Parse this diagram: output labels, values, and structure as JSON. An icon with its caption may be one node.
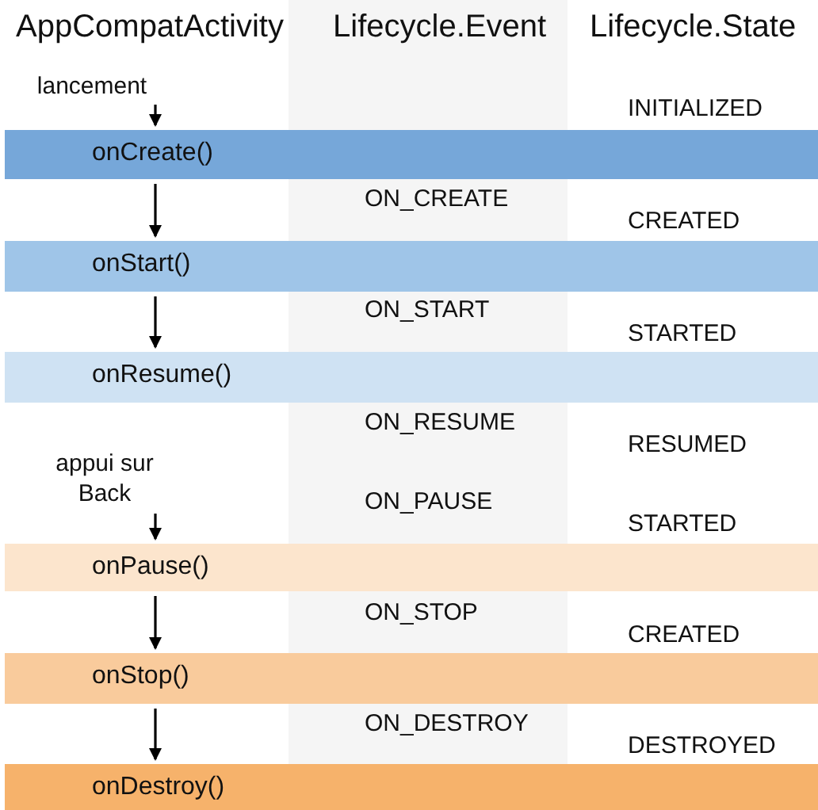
{
  "diagram": {
    "nodes": [
      {
        "text": [
          "lancement"
        ]
      },
      {
        "text": [
          "onCreate()"
        ]
      },
      {
        "text": [
          "onStart()"
        ]
      },
      {
        "text": [
          "onResume()"
        ]
      },
      {
        "text": [
          "appui sur Back"
        ]
      },
      {
        "text": [
          "onPause()"
        ]
      },
      {
        "text": [
          "onStop()"
        ]
      },
      {
        "text": [
          "onDestroy()"
        ]
      }
    ],
    "edges": [
      {
        "from": 0,
        "to": 1,
        "arrow": "to"
      },
      {
        "from": 1,
        "to": 2,
        "arrow": "to"
      },
      {
        "from": 2,
        "to": 3,
        "arrow": "to"
      },
      {
        "from": 4,
        "to": 5,
        "arrow": "to"
      },
      {
        "from": 5,
        "to": 6,
        "arrow": "to"
      },
      {
        "from": 6,
        "to": 7,
        "arrow": "to"
      }
    ],
    "labels": [
      "AppCompatActivity",
      "Lifecycle.Event",
      "Lifecycle.State",
      "INITIALIZED",
      "ON_CREATE",
      "CREATED",
      "ON_START",
      "STARTED",
      "ON_RESUME",
      "RESUMED",
      "ON_PAUSE",
      "STARTED",
      "ON_STOP",
      "CREATED",
      "ON_DESTROY",
      "DESTROYED"
    ]
  }
}
